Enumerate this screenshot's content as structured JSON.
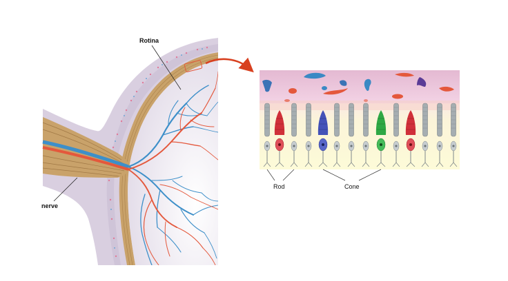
{
  "labels": {
    "retina": "Rotina",
    "nerve": "nerve",
    "rod": "Rod",
    "cone": "Cone"
  },
  "colors": {
    "eye_wall": "#d9cfe0",
    "eye_inner": "#ece6f0",
    "nerve_fiber": "#c9a26a",
    "artery": "#e4583c",
    "vein": "#3d8fc9",
    "arrow": "#d8401f",
    "pigment_layer": "#efc6dd",
    "outer_segment_zone": "#f8efd8",
    "inner_zone": "#fbf8d2",
    "rod": "#9aa3a6",
    "cone_blue": "#4352b8",
    "cone_green": "#2ea845",
    "cone_red": "#d0303a"
  }
}
